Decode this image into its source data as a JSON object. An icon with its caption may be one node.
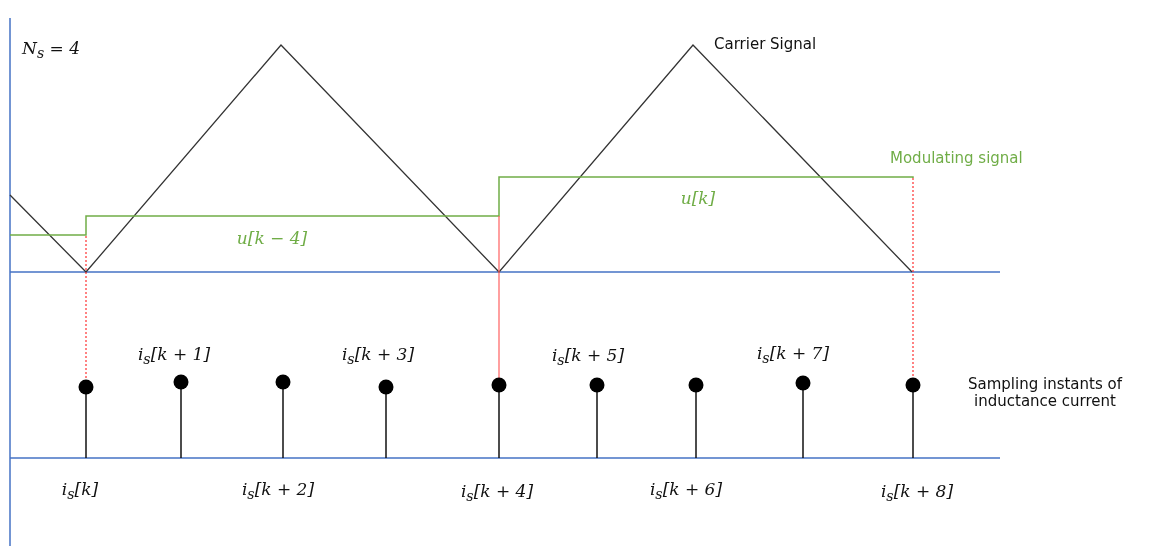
{
  "diagram": {
    "labels": [
      "*N*$_{s}$ = 4",
      "Carrier Signal",
      "Modulating signal",
      "u[k]",
      "u[k − 4]",
      "i$_{s}$[k + 1]",
      "i$_{s}$[k + 3]",
      "i$_{s}$[k + 5]",
      "i$_{s}$[k + 7]",
      "Sampling instants of inductance current",
      "i$_{s}$[k]",
      "i$_{s}$[k + 2]",
      "i$_{s}$[k + 4]",
      "i$_{s}$[k + 6]",
      "i$_{s}$[k + 8]"
    ]
  }
}
